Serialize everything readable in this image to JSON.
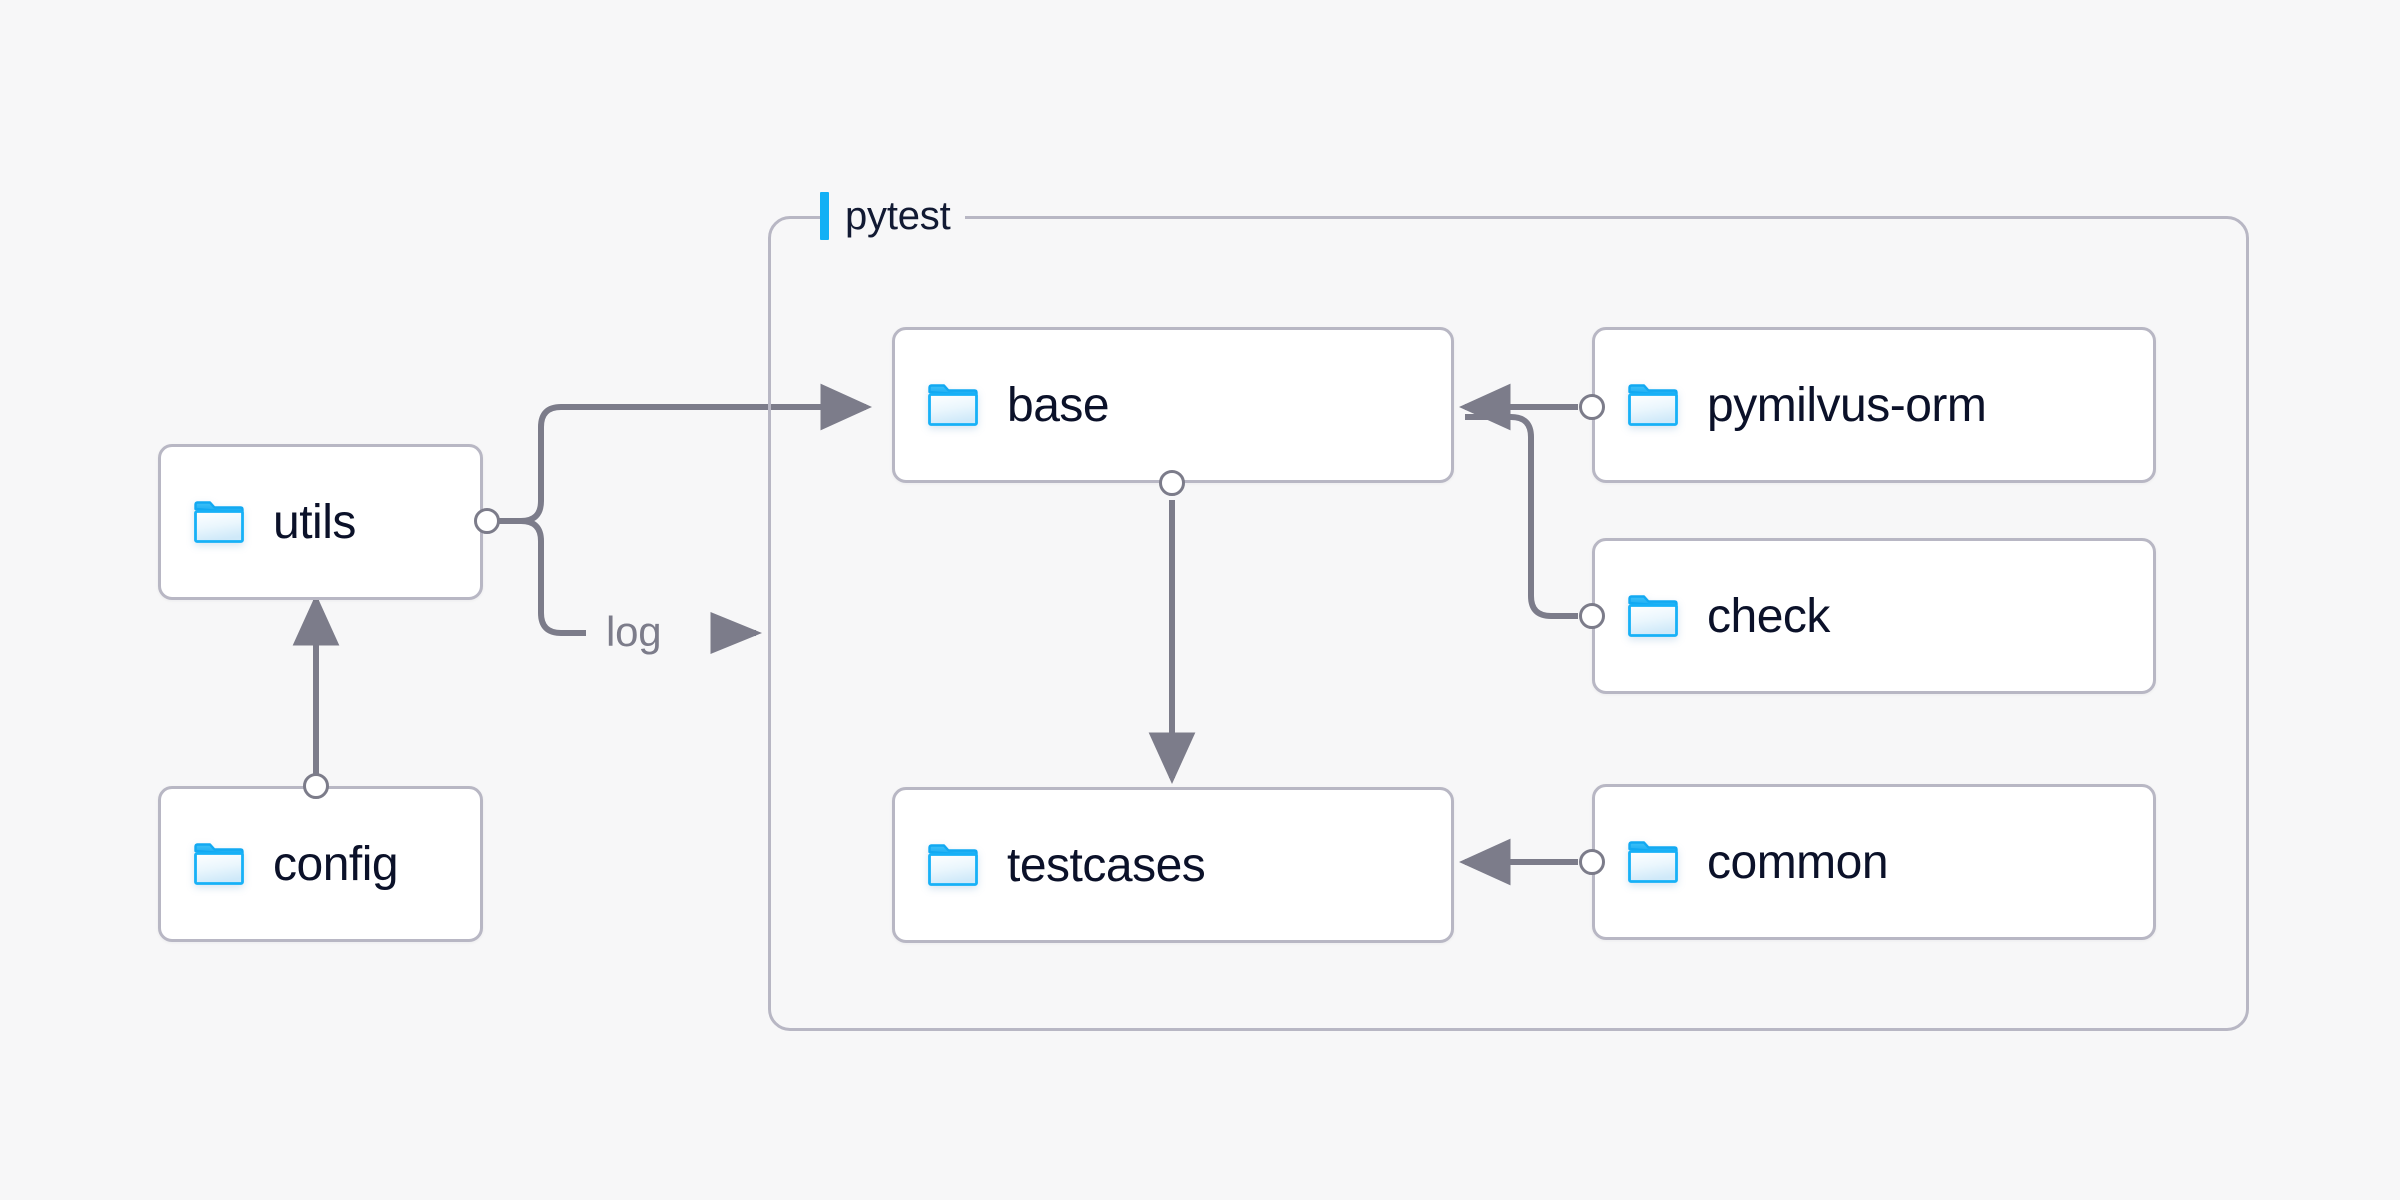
{
  "canvas": {
    "background_color": "#f7f7f8",
    "edge_color": "#7c7c8a",
    "node_border_color": "#b8b7c4",
    "node_fill_color": "#ffffff",
    "node_text_color": "#0b1129",
    "accent_color": "#12b0f5",
    "folder_icon_color": "#12b0f5"
  },
  "group": {
    "label": "pytest",
    "accent_color": "#12b0f5",
    "border_color": "#b8b7c4"
  },
  "nodes": [
    {
      "id": "utils",
      "label": "utils",
      "icon": "folder-icon",
      "group": null
    },
    {
      "id": "config",
      "label": "config",
      "icon": "folder-icon",
      "group": null
    },
    {
      "id": "base",
      "label": "base",
      "icon": "folder-icon",
      "group": "pytest"
    },
    {
      "id": "testcases",
      "label": "testcases",
      "icon": "folder-icon",
      "group": "pytest"
    },
    {
      "id": "pymilvus-orm",
      "label": "pymilvus-orm",
      "icon": "folder-icon",
      "group": "pytest"
    },
    {
      "id": "check",
      "label": "check",
      "icon": "folder-icon",
      "group": "pytest"
    },
    {
      "id": "common",
      "label": "common",
      "icon": "folder-icon",
      "group": "pytest"
    }
  ],
  "edges": [
    {
      "id": "config-to-utils",
      "source": "config",
      "target": "utils",
      "label": "",
      "arrow": true
    },
    {
      "id": "utils-to-base",
      "source": "utils",
      "target": "base",
      "label": "",
      "arrow": true
    },
    {
      "id": "utils-to-pytest-log",
      "source": "utils",
      "target": "pytest",
      "label": "log",
      "arrow": true
    },
    {
      "id": "base-to-testcases",
      "source": "base",
      "target": "testcases",
      "label": "",
      "arrow": true
    },
    {
      "id": "pymilvus-orm-to-base",
      "source": "pymilvus-orm",
      "target": "base",
      "label": "",
      "arrow": true
    },
    {
      "id": "check-to-base",
      "source": "check",
      "target": "base",
      "label": "",
      "arrow": true
    },
    {
      "id": "common-to-testcases",
      "source": "common",
      "target": "testcases",
      "label": "",
      "arrow": true
    }
  ],
  "edge_labels": {
    "log": "log"
  }
}
